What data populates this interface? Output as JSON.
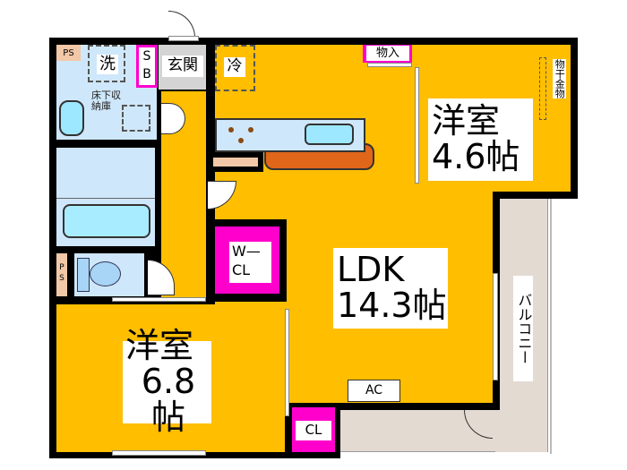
{
  "rooms": {
    "western_room_small": {
      "name": "洋室",
      "size": "4.6帖"
    },
    "western_room_large": {
      "name": "洋室",
      "size": "6.8帖"
    },
    "ldk": {
      "name": "LDK",
      "size": "14.3帖"
    },
    "walk_in_closet": {
      "line1": "W—",
      "line2": "CL"
    },
    "closet": "CL",
    "storage": "物入",
    "entrance": "玄関",
    "shoe_box": {
      "line1": "S",
      "line2": "B"
    },
    "washing": "洗",
    "underfloor_storage": {
      "line1": "床下収",
      "line2": "納庫"
    },
    "fridge": "冷",
    "balcony": "バルコニー",
    "drying_hardware": "物干金物",
    "air_conditioner": "AC",
    "pipe_space_top": "PS",
    "pipe_space_toilet": {
      "line1": "P",
      "line2": "S"
    }
  },
  "colors": {
    "room": "#ffbe00",
    "closet": "#ff00cc",
    "wet_area": "#cfe7fa",
    "balcony": "#e3dad2",
    "entrance": "#d4d4d4",
    "counter": "#e0661a"
  }
}
